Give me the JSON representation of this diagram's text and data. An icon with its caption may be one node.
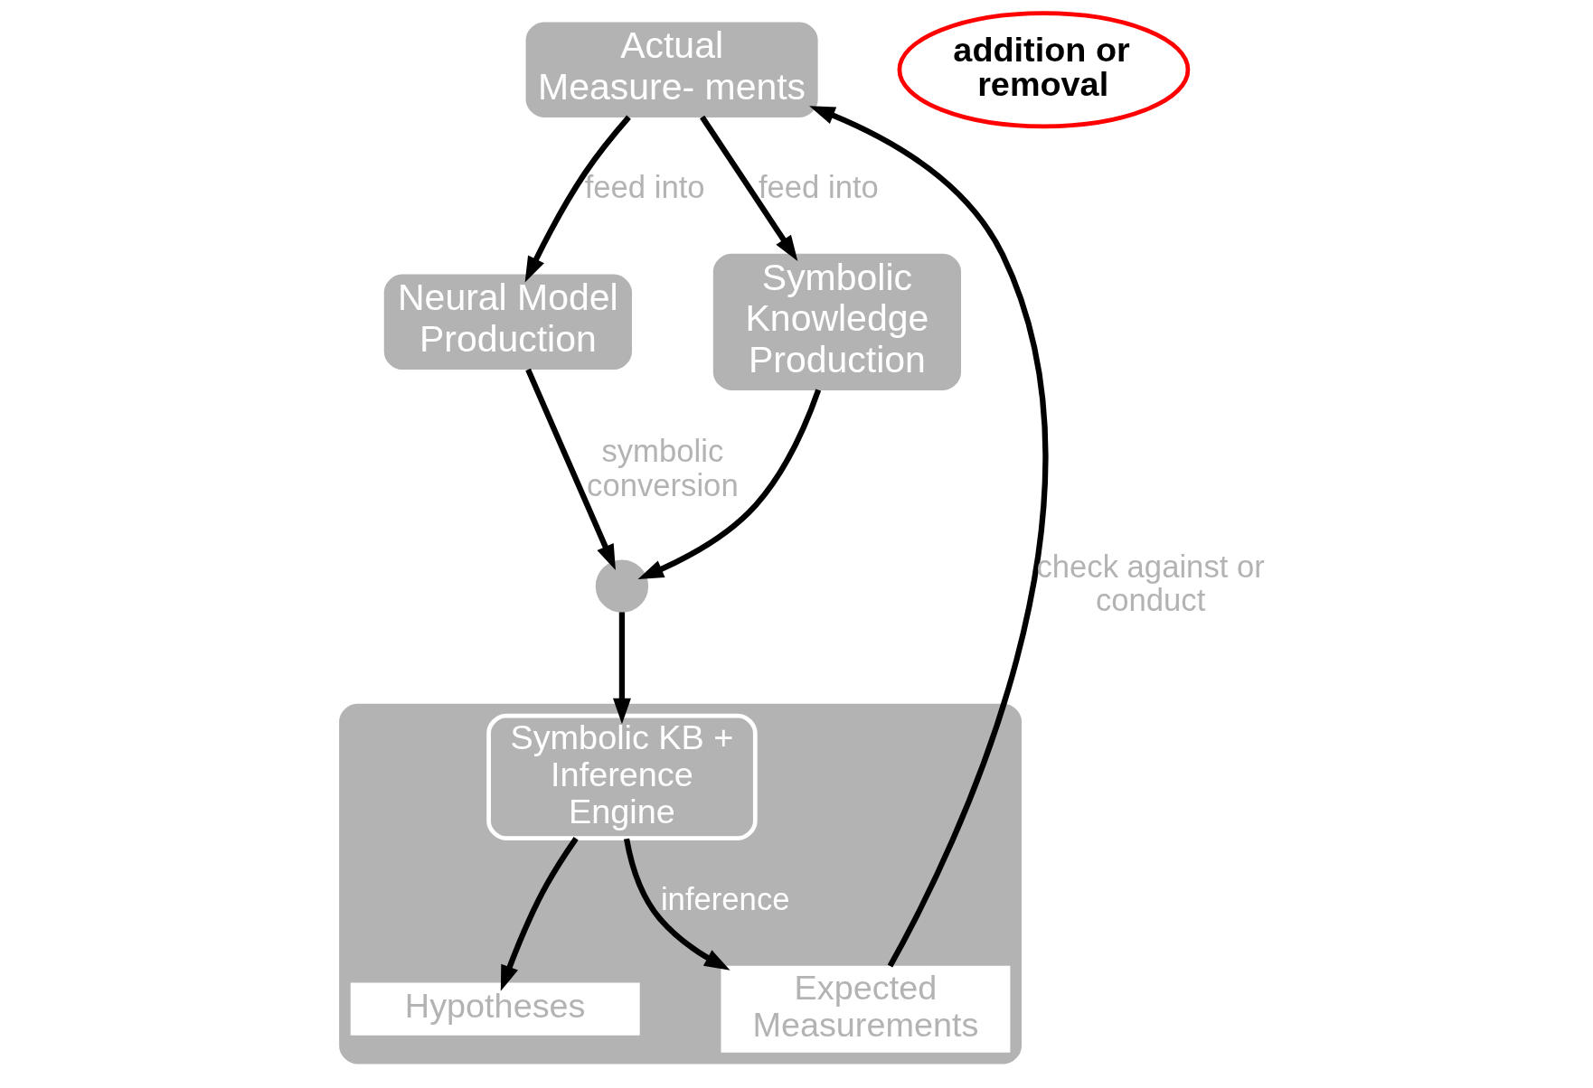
{
  "diagram": {
    "nodes": [
      {
        "text": [
          "Actual Measure- ments"
        ]
      },
      {
        "text": [
          "Neural Model Production"
        ]
      },
      {
        "text": [
          "Symbolic Knowledge Production"
        ]
      },
      {
        "text": [],
        "shape": "circle"
      },
      {
        "text": [
          "addition or removal"
        ]
      },
      {
        "text": [],
        "shape": "box"
      },
      {
        "text": [
          "Hypotheses"
        ],
        "in": 5
      },
      {
        "text": [
          "Expected Measurements"
        ],
        "in": 5
      },
      {
        "text": [
          "Symbolic KB + Inference Engine"
        ],
        "in": 5
      }
    ],
    "edges": [
      {
        "from": 0,
        "to": 1,
        "arrow": "to",
        "label": "feed into"
      },
      {
        "from": 0,
        "to": 2,
        "arrow": "to",
        "label": "feed into"
      },
      {
        "from": 1,
        "to": 3,
        "arrow": "to",
        "label": "symbolic conversion"
      },
      {
        "from": 2,
        "to": 3,
        "arrow": "to"
      },
      {
        "from": 3,
        "to": 8,
        "arrow": "to"
      },
      {
        "from": 8,
        "to": 6,
        "arrow": "to"
      },
      {
        "from": 8,
        "to": 7,
        "arrow": "to",
        "label": "inference"
      },
      {
        "from": 7,
        "to": 0,
        "arrow": "to",
        "label": "check against or conduct"
      }
    ]
  }
}
